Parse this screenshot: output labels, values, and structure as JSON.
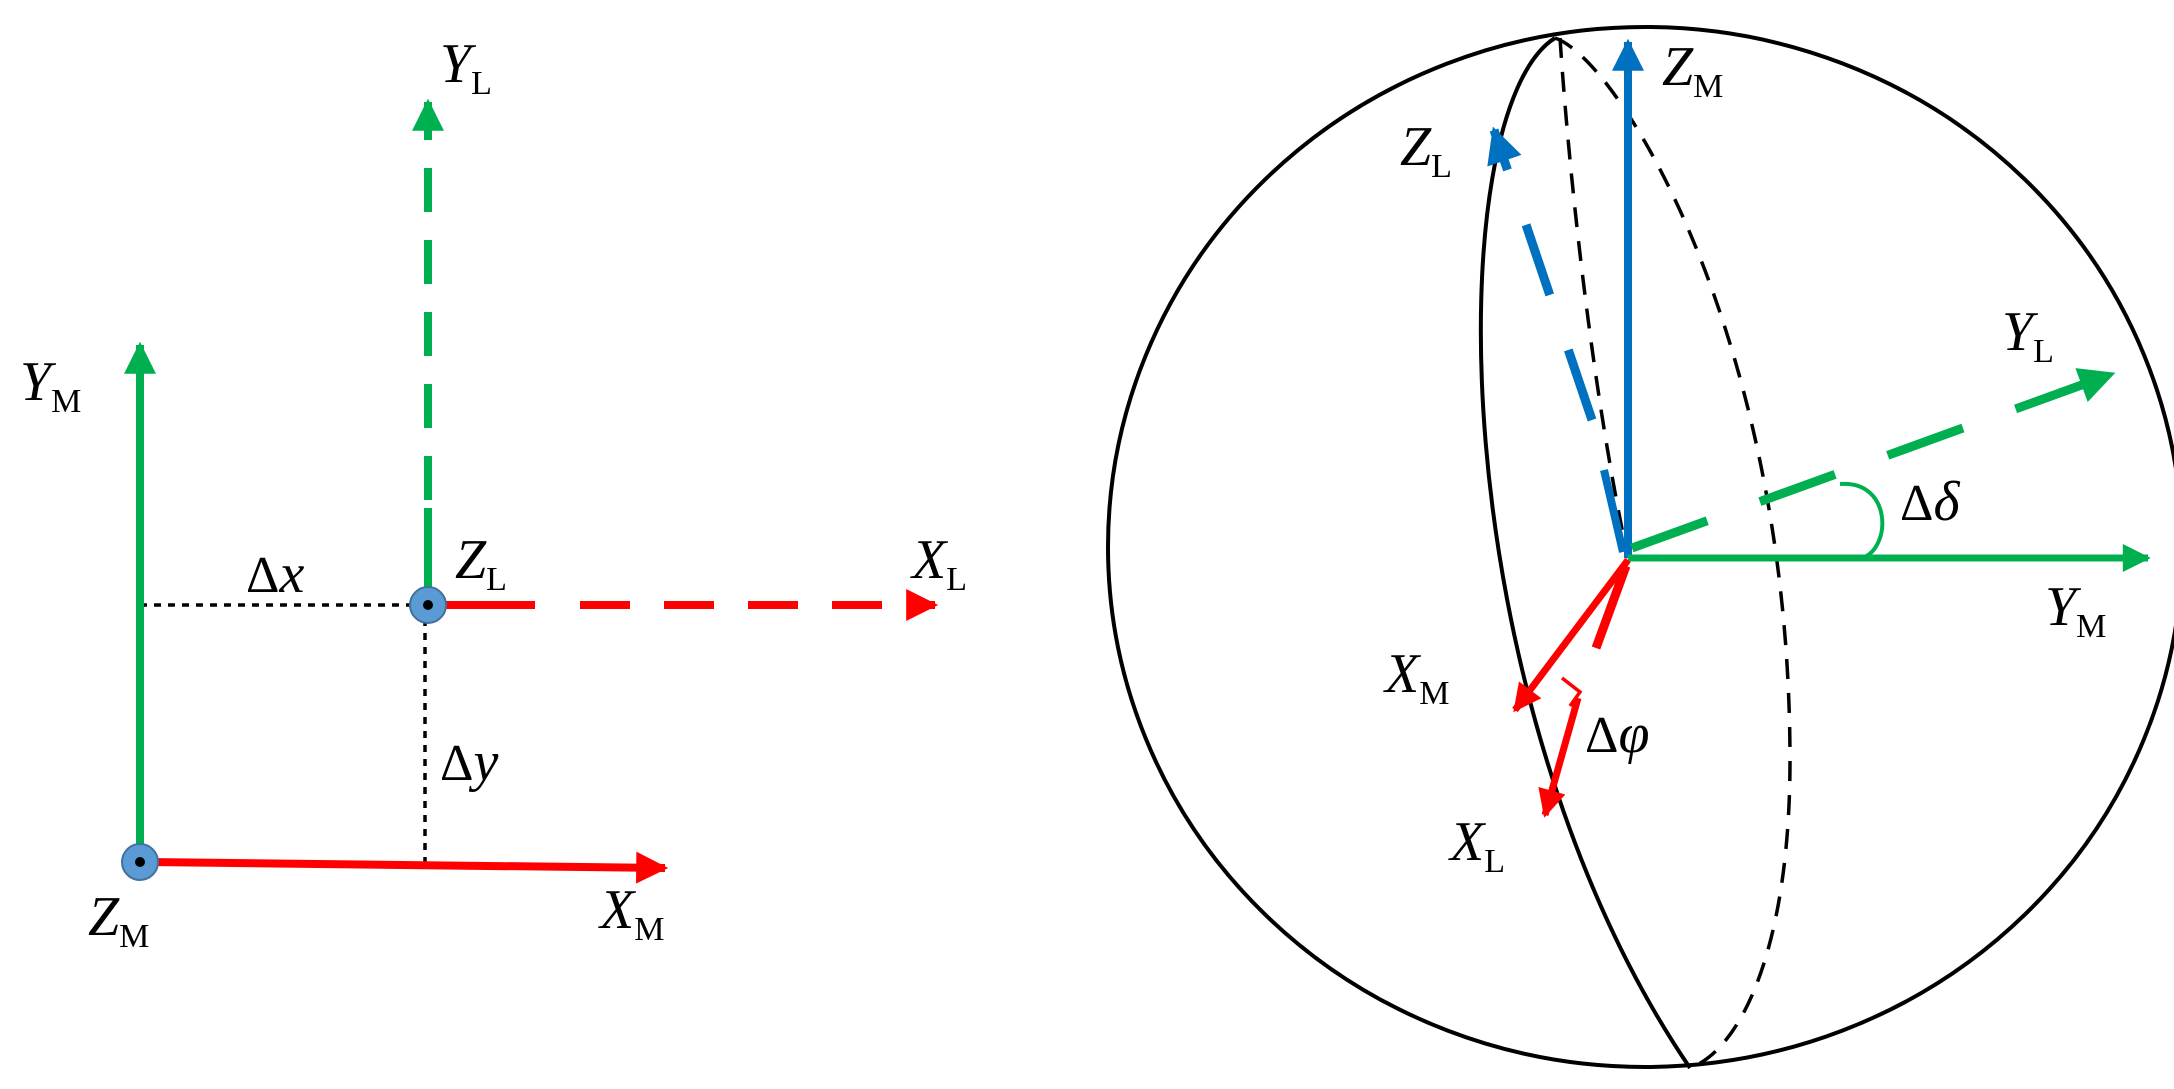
{
  "colors": {
    "red": "#ff0000",
    "green": "#00b050",
    "blue": "#0070c0",
    "origin_fill": "#5b9bd5",
    "black": "#000000"
  },
  "planar": {
    "labels": {
      "ym": {
        "main": "Y",
        "sub": "M"
      },
      "yl": {
        "main": "Y",
        "sub": "L"
      },
      "zl": {
        "main": "Z",
        "sub": "L"
      },
      "xl": {
        "main": "X",
        "sub": "L"
      },
      "zm": {
        "main": "Z",
        "sub": "M"
      },
      "xm": {
        "main": "X",
        "sub": "M"
      },
      "dx": {
        "delta": "Δ",
        "var": "x"
      },
      "dy": {
        "delta": "Δ",
        "var": "y"
      }
    }
  },
  "sphere": {
    "labels": {
      "zm": {
        "main": "Z",
        "sub": "M"
      },
      "zl": {
        "main": "Z",
        "sub": "L"
      },
      "yl": {
        "main": "Y",
        "sub": "L"
      },
      "ym": {
        "main": "Y",
        "sub": "M"
      },
      "xm": {
        "main": "X",
        "sub": "M"
      },
      "xl": {
        "main": "X",
        "sub": "L"
      },
      "ddelta": {
        "delta": "Δ",
        "var": "δ"
      },
      "dphi": {
        "delta": "Δ",
        "var": "φ"
      }
    }
  }
}
